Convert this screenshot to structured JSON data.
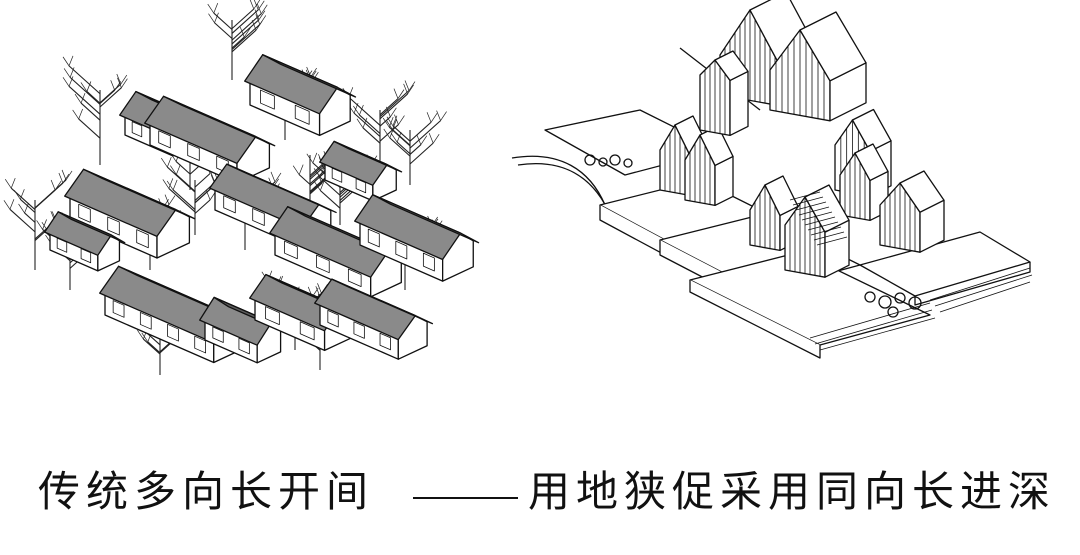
{
  "caption": {
    "left_text": "传统多向长开间",
    "separator": "——",
    "right_text": "用地狭促采用同向长进深"
  },
  "colors": {
    "line": "#111111",
    "roof_fill": "#8a8a8a",
    "roof_dark": "#5d5d5d",
    "wall_fill": "#ffffff"
  },
  "illustrations": {
    "left": "traditional-courtyard-village-axonometric",
    "right": "modern-pitched-roof-housing-axonometric"
  }
}
